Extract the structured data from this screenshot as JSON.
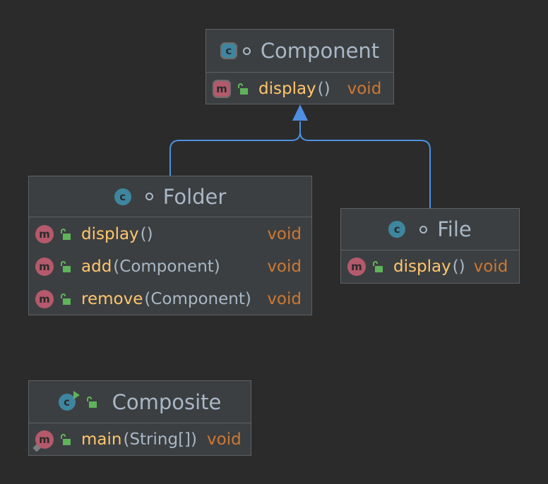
{
  "colors": {
    "background": "#2b2b2b",
    "node_fill": "#3c3f41",
    "node_border": "#5e6163",
    "class_text": "#a9b7c6",
    "method_name": "#ffc66d",
    "return_type": "#cc7832",
    "class_icon": "#3e86a0",
    "method_icon": "#b45a6c",
    "public_icon": "#5fb35a",
    "arrow": "#4e8fe0"
  },
  "classes": {
    "component": {
      "name": "Component",
      "icon": "abstract-class-icon",
      "icon_letter": "c",
      "methods": [
        {
          "name": "display",
          "params": "()",
          "type": "void",
          "icon_letter": "m"
        }
      ]
    },
    "folder": {
      "name": "Folder",
      "icon": "class-icon",
      "icon_letter": "c",
      "methods": [
        {
          "name": "display",
          "params": "()",
          "type": "void",
          "icon_letter": "m"
        },
        {
          "name": "add",
          "params": "(Component)",
          "type": "void",
          "icon_letter": "m"
        },
        {
          "name": "remove",
          "params": "(Component)",
          "type": "void",
          "icon_letter": "m"
        }
      ]
    },
    "file": {
      "name": "File",
      "icon": "class-icon",
      "icon_letter": "c",
      "methods": [
        {
          "name": "display",
          "params": "()",
          "type": "void",
          "icon_letter": "m"
        }
      ]
    },
    "composite": {
      "name": "Composite",
      "icon": "runnable-class-icon",
      "icon_letter": "c",
      "methods": [
        {
          "name": "main",
          "params": "(String[])",
          "type": "void",
          "icon_letter": "m"
        }
      ]
    }
  },
  "relations": [
    {
      "type": "generalization",
      "from": "Folder",
      "to": "Component"
    },
    {
      "type": "generalization",
      "from": "File",
      "to": "Component"
    }
  ]
}
